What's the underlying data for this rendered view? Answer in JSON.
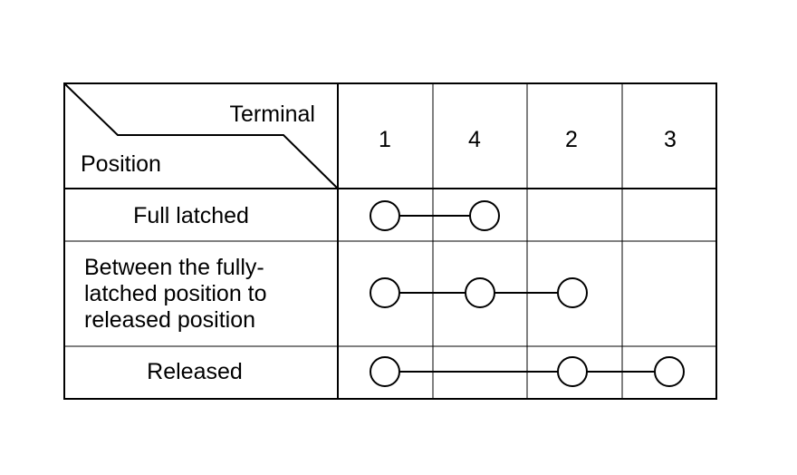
{
  "header": {
    "terminal_label": "Terminal",
    "position_label": "Position",
    "terminals": [
      "1",
      "4",
      "2",
      "3"
    ]
  },
  "rows": [
    {
      "label_lines": [
        "Full latched"
      ],
      "connected_terminals": [
        "1",
        "4"
      ]
    },
    {
      "label_lines": [
        "Between the fully-",
        "latched position to",
        "released position"
      ],
      "connected_terminals": [
        "1",
        "4",
        "2"
      ]
    },
    {
      "label_lines": [
        "Released"
      ],
      "connected_terminals": [
        "1",
        "2",
        "3"
      ]
    }
  ]
}
